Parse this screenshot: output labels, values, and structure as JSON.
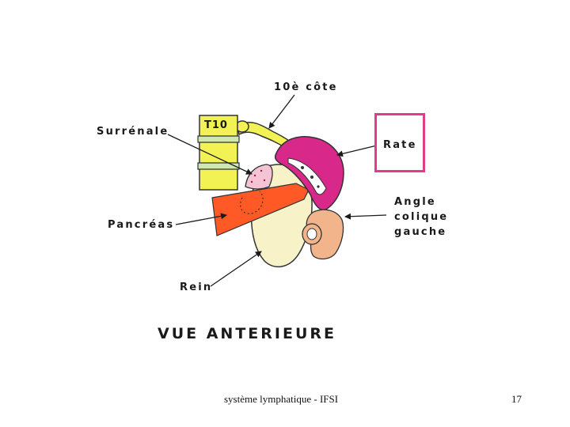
{
  "diagram": {
    "labels": {
      "rib10": "10è côte",
      "t10": "T10",
      "surrenale": "Surrénale",
      "rate": "Rate",
      "angle_colique": [
        "Angle",
        "colique",
        "gauche"
      ],
      "pancreas": "Pancréas",
      "rein": "Rein"
    },
    "title": "VUE ANTERIEURE",
    "colors": {
      "vertebra": "#f2f255",
      "spleen": "#d8288a",
      "pancreas": "#ff5a26",
      "kidney": "#f8f2c8",
      "adrenal": "#f4c4d4",
      "colon": "#f2b48a",
      "highlight": "#e03c8a"
    }
  },
  "footer": {
    "text": "système lymphatique - IFSI",
    "page_number": "17"
  }
}
